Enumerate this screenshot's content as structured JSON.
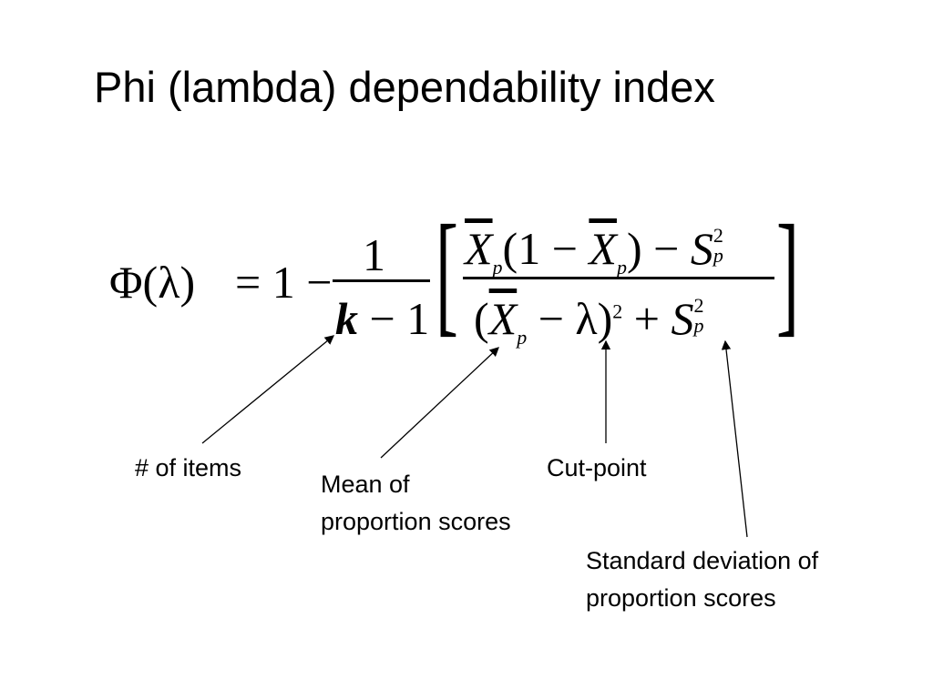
{
  "slide": {
    "title": "Phi (lambda) dependability index"
  },
  "formula": {
    "lhs": "Φ(λ)",
    "eq": "= 1 −",
    "frac1_num": "1",
    "frac1_den_k": "k",
    "frac1_den_rest": " − 1",
    "lbracket": "[",
    "rbracket": "]",
    "num_x": "X",
    "sub_p": "p",
    "num_mid": "(1 − ",
    "num_end": ") − ",
    "s": "S",
    "sup_2": "2",
    "den_open": "(",
    "den_mid": " − λ)",
    "den_plus": " + "
  },
  "labels": {
    "items": "# of items",
    "mean_line1": "Mean of",
    "mean_line2": "proportion scores",
    "cut": "Cut-point",
    "sd_line1": "Standard deviation of",
    "sd_line2": "proportion scores"
  }
}
